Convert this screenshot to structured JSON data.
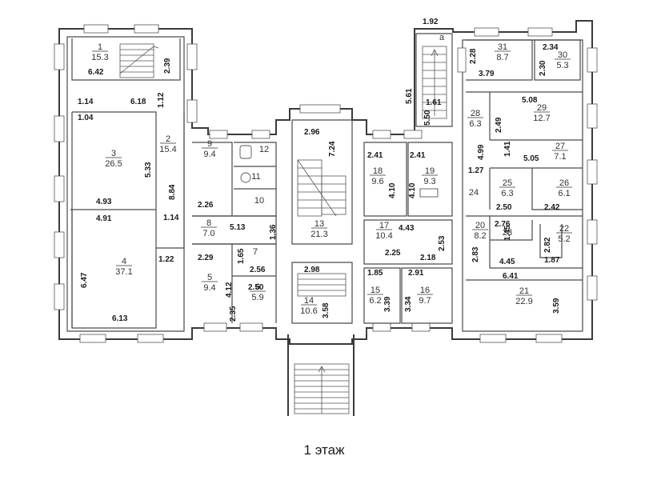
{
  "floor_label": "1 этаж",
  "rooms": [
    {
      "id": "r1",
      "number": "1",
      "area": "15.3"
    },
    {
      "id": "r2",
      "number": "2",
      "area": "15.4"
    },
    {
      "id": "r3",
      "number": "3",
      "area": "26.5"
    },
    {
      "id": "r4",
      "number": "4",
      "area": "37.1"
    },
    {
      "id": "r5",
      "number": "5",
      "area": "9.4"
    },
    {
      "id": "r6",
      "number": "6",
      "area": "5.9"
    },
    {
      "id": "r7",
      "number": "7",
      "area": ""
    },
    {
      "id": "r8",
      "number": "8",
      "area": "7.0"
    },
    {
      "id": "r9",
      "number": "9",
      "area": "9.4"
    },
    {
      "id": "r10",
      "number": "10",
      "area": ""
    },
    {
      "id": "r11",
      "number": "11",
      "area": ""
    },
    {
      "id": "r12",
      "number": "12",
      "area": ""
    },
    {
      "id": "r13",
      "number": "13",
      "area": "21.3"
    },
    {
      "id": "r14",
      "number": "14",
      "area": "10.6"
    },
    {
      "id": "r15",
      "number": "15",
      "area": "6.2"
    },
    {
      "id": "r16",
      "number": "16",
      "area": "9.7"
    },
    {
      "id": "r17",
      "number": "17",
      "area": "10.4"
    },
    {
      "id": "r18",
      "number": "18",
      "area": "9.6"
    },
    {
      "id": "r19",
      "number": "19",
      "area": "9.3"
    },
    {
      "id": "r20",
      "number": "20",
      "area": "8.2"
    },
    {
      "id": "r21",
      "number": "21",
      "area": "22.9"
    },
    {
      "id": "r22",
      "number": "22",
      "area": "5.2"
    },
    {
      "id": "r23",
      "number": "23",
      "area": ""
    },
    {
      "id": "r24",
      "number": "24",
      "area": ""
    },
    {
      "id": "r25",
      "number": "25",
      "area": "6.3"
    },
    {
      "id": "r26",
      "number": "26",
      "area": "6.1"
    },
    {
      "id": "r27",
      "number": "27",
      "area": "7.1"
    },
    {
      "id": "r28",
      "number": "28",
      "area": "6.3"
    },
    {
      "id": "r29",
      "number": "29",
      "area": "12.7"
    },
    {
      "id": "r30",
      "number": "30",
      "area": "5.3"
    },
    {
      "id": "r31",
      "number": "31",
      "area": "8.7"
    }
  ],
  "dimensions": [
    "6.42",
    "2.39",
    "1.14",
    "6.18",
    "1.12",
    "1.04",
    "5.33",
    "8.84",
    "4.93",
    "4.91",
    "1.14",
    "6.47",
    "1.22",
    "6.13",
    "2.26",
    "5.13",
    "1.36",
    "2.29",
    "1.65",
    "2.56",
    "4.12",
    "2.50",
    "2.35",
    "2.96",
    "7.24",
    "2.98",
    "3.58",
    "2.41",
    "2.41",
    "4.10",
    "4.10",
    "4.43",
    "2.53",
    "2.25",
    "2.18",
    "1.85",
    "2.91",
    "3.39",
    "3.34",
    "1.92",
    "5.61",
    "1.61",
    "5.50",
    "2.28",
    "3.79",
    "2.34",
    "2.30",
    "5.08",
    "2.49",
    "4.99",
    "1.41",
    "5.05",
    "1.27",
    "2.50",
    "2.42",
    "2.76",
    "1.45",
    "2.83",
    "2.82",
    "1.87",
    "4.45",
    "6.41",
    "3.59"
  ],
  "markers": {
    "door_a": "a"
  }
}
